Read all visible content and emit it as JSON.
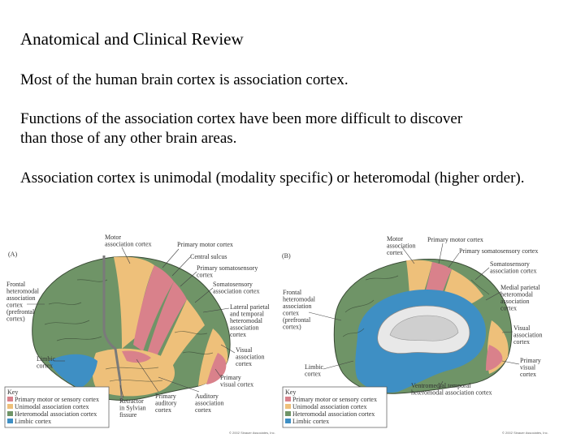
{
  "slide": {
    "title": "Anatomical and Clinical Review",
    "bullet1": "Most of the human brain cortex is association cortex.",
    "bullet2_line1": "Functions of the association cortex have been more difficult to discover",
    "bullet2_line2": "than those of any other brain areas.",
    "bullet3": "Association cortex is unimodal (modality specific) or heteromodal (higher order)."
  },
  "colors": {
    "primary": "#d9818b",
    "unimodal": "#eec07a",
    "heteromodal": "#6f9467",
    "limbic": "#3e8fc4"
  },
  "figureA": {
    "panel": "(A)",
    "labels": {
      "motor_assoc": "Motor\nassociation cortex",
      "primary_motor": "Primary motor cortex",
      "central_sulcus": "Central sulcus",
      "primary_somato": "Primary somatosensory\ncortex",
      "somato_assoc": "Somatosensory\nassociation cortex",
      "lateral_parietal": "Lateral parietal\nand temporal\nheteromodal\nassociation\ncortex",
      "visual_assoc": "Visual\nassociation\ncortex",
      "primary_visual": "Primary\nvisual cortex",
      "auditory_assoc": "Auditory\nassociation\ncortex",
      "primary_auditory": "Primary\nauditory\ncortex",
      "retractor": "Retractor\nin Sylvian\nfissure",
      "limbic": "Limbic\ncortex",
      "frontal": "Frontal\nheteromodal\nassociation\ncortex\n(prefrontal\ncortex)"
    },
    "key": {
      "title": "Key",
      "items": [
        "Primary motor or sensory cortex",
        "Unimodal association cortex",
        "Heteromodal association cortex",
        "Limbic cortex"
      ]
    },
    "copyright": "© 2002 Sinauer Associates, Inc."
  },
  "figureB": {
    "panel": "(B)",
    "labels": {
      "motor_assoc": "Motor\nassociation\ncortex",
      "primary_motor": "Primary motor cortex",
      "primary_somato": "Primary somatosensory cortex",
      "somato_assoc": "Somatosensory\nassociation cortex",
      "medial_parietal": "Medial parietal\nheteromodal\nassociation\ncortex",
      "visual_assoc": "Visual\nassociation\ncortex",
      "primary_visual": "Primary\nvisual\ncortex",
      "ventromedial": "Ventromedial temporal\nheteromodal association cortex",
      "limbic": "Limbic\ncortex",
      "frontal": "Frontal\nheteromodal\nassociation\ncortex\n(prefrontal\ncortex)"
    },
    "key": {
      "title": "Key",
      "items": [
        "Primary motor or sensory cortex",
        "Unimodal association cortex",
        "Heteromodal association cortex",
        "Limbic cortex"
      ]
    },
    "copyright": "© 2002 Sinauer Associates, Inc."
  }
}
